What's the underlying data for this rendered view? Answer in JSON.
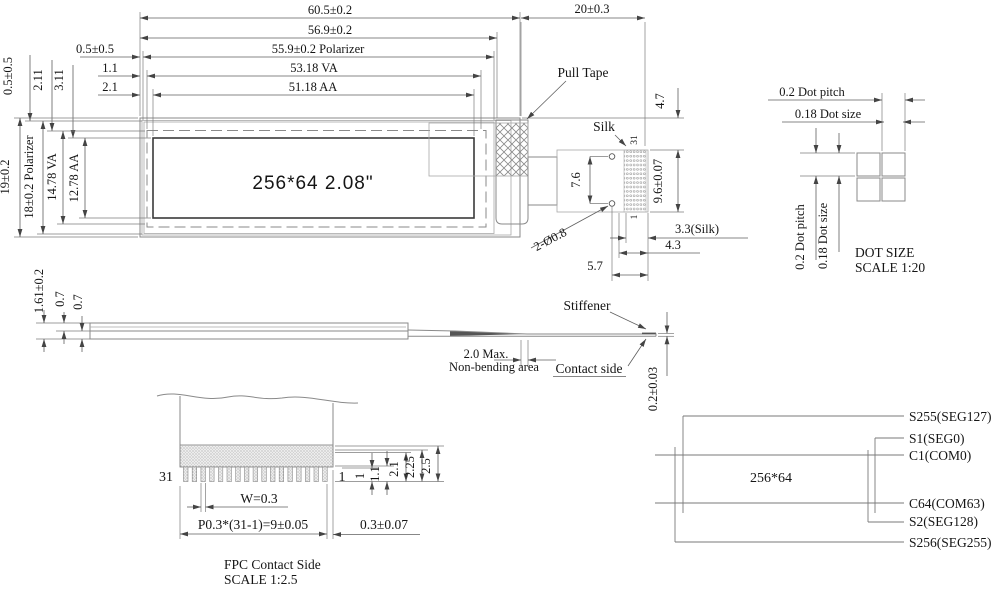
{
  "drawing": {
    "main_view": {
      "display_label": "256*64  2.08\"",
      "dim_60_5": "60.5±0.2",
      "dim_56_9": "56.9±0.2",
      "dim_55_9": "55.9±0.2 Polarizer",
      "dim_53_18": "53.18 VA",
      "dim_51_18": "51.18 AA",
      "dim_0_5_left": "0.5±0.5",
      "dim_1_1": "1.1",
      "dim_2_1": "2.1",
      "dim_0_5_top": "0.5±0.5",
      "dim_2_11": "2.11",
      "dim_3_11": "3.11",
      "dim_19": "19±0.2",
      "dim_18": "18±0.2 Polarizer",
      "dim_14_78": "14.78 VA",
      "dim_12_78": "12.78 AA",
      "dim_20": "20±0.3",
      "pull_tape_label": "Pull Tape",
      "silk_label": "Silk",
      "dim_4_7": "4.7",
      "dim_9_6": "9.6±0.07",
      "pin_31": "31",
      "pin_1": "1",
      "dim_7_6": "7.6",
      "holes_label": "2-Ø0.8",
      "dim_3_3": "3.3(Silk)",
      "dim_4_3": "4.3",
      "dim_5_7": "5.7"
    },
    "dot_view": {
      "pitch_top": "0.2 Dot pitch",
      "size_top": "0.18 Dot size",
      "pitch_left": "0.2 Dot pitch",
      "size_left": "0.18 Dot size",
      "title": "DOT SIZE",
      "scale": "SCALE 1:20"
    },
    "side_view": {
      "dim_1_61": "1.61±0.2",
      "dim_0_7_top": "0.7",
      "dim_0_7_bottom": "0.7",
      "stiffener_label": "Stiffener",
      "contact_side_label": "Contact side",
      "non_bending_1": "2.0 Max.",
      "non_bending_2": "Non-bending area",
      "dim_0_2": "0.2±0.03"
    },
    "fpc_view": {
      "pin_31": "31",
      "pin_1": "1",
      "dim_w": "W=0.3",
      "dim_pitch": "P0.3*(31-1)=9±0.05",
      "dim_0_3": "0.3±0.07",
      "dim_1": "1",
      "dim_1_1": "1.1",
      "dim_2_1": "2.1",
      "dim_2_25": "2.25",
      "dim_2_5": "2.5",
      "title": "FPC Contact Side",
      "scale": "SCALE 1:2.5"
    },
    "pin_map": {
      "display_label": "256*64",
      "pins": [
        "S255(SEG127)",
        "S1(SEG0)",
        "C1(COM0)",
        "C64(COM63)",
        "S2(SEG128)",
        "S256(SEG255)"
      ]
    }
  }
}
